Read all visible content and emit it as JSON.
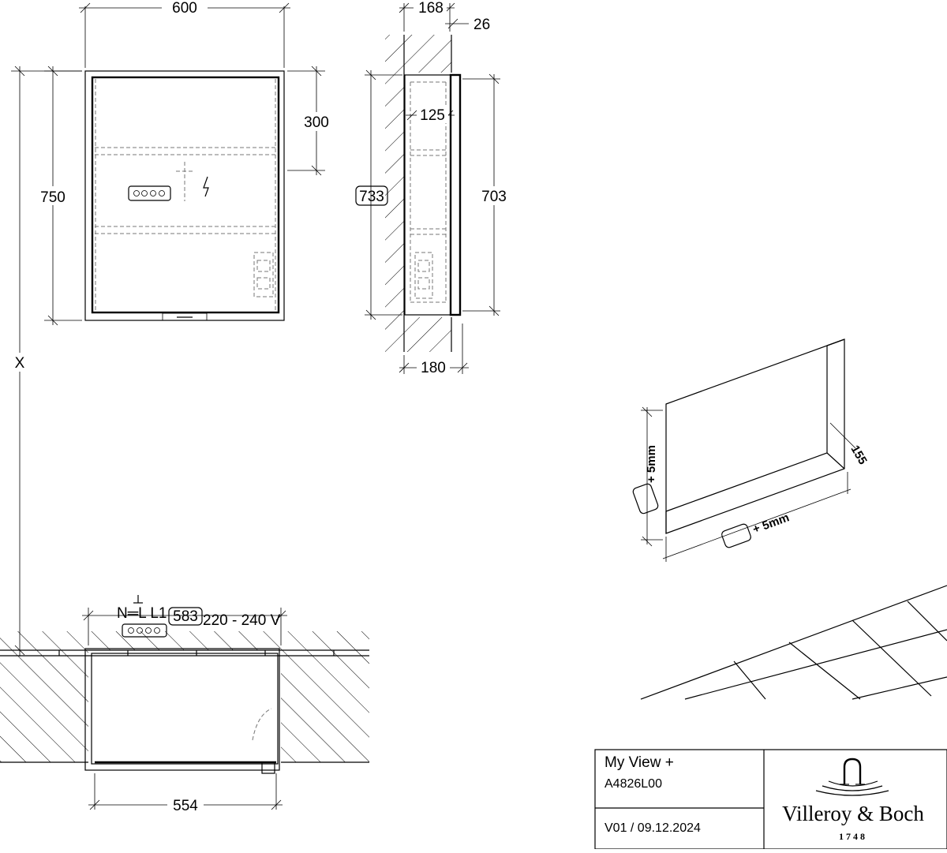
{
  "front_view": {
    "width": "600",
    "height": "750",
    "socket_height": "300",
    "floor_distance": "X"
  },
  "side_view": {
    "depth_total": "168",
    "door_thickness": "26",
    "inner_depth": "125",
    "outer_height": "733",
    "inner_height": "703",
    "niche_depth": "180"
  },
  "electrical": {
    "terminals": "N═L L1",
    "voltage": "220 - 240 V"
  },
  "top_view": {
    "outer_width": "583",
    "inner_width": "554"
  },
  "niche": {
    "depth": "155",
    "height_tolerance": "+ 5mm",
    "width_tolerance": "+ 5mm"
  },
  "title_block": {
    "product_name": "My View +",
    "article_number": "A4826L00",
    "version": "V01 / 09.12.2024",
    "brand_name": "Villeroy & Boch",
    "brand_year": "1748"
  }
}
